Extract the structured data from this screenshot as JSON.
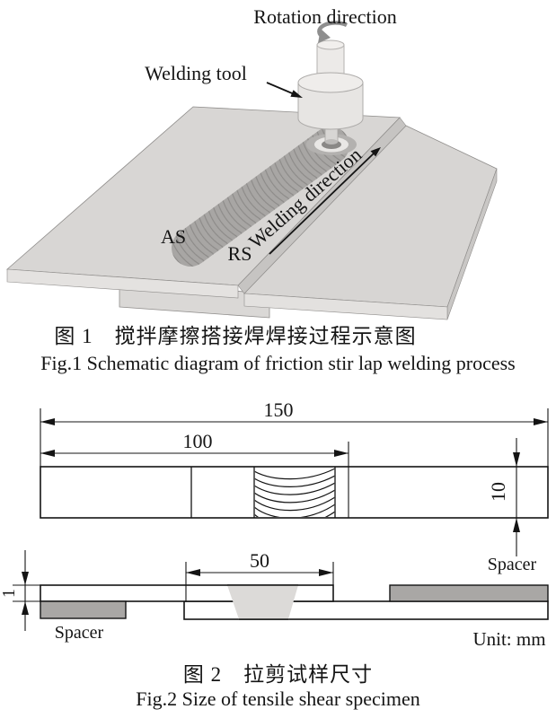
{
  "figure1": {
    "labels": {
      "rotation_direction": "Rotation direction",
      "welding_tool": "Welding tool",
      "welding_direction": "Welding direction",
      "advancing_side": "AS",
      "retreating_side": "RS"
    },
    "caption_zh": "图 1　搅拌摩擦搭接焊焊接过程示意图",
    "caption_en": "Fig.1 Schematic diagram of friction stir lap welding process"
  },
  "figure2": {
    "dimensions": {
      "total_length": "150",
      "sheet_length": "100",
      "specimen_width": "10",
      "overlap_length": "50",
      "sheet_thickness": "1"
    },
    "labels": {
      "spacer_left": "Spacer",
      "spacer_right": "Spacer",
      "unit": "Unit: mm"
    },
    "caption_zh": "图 2　拉剪试样尺寸",
    "caption_en": "Fig.2 Size of tensile shear specimen"
  },
  "colors": {
    "plate_top": "#d8d6d4",
    "plate_front": "#e4e2e0",
    "plate_step": "#c6c4c2",
    "weld_seam": "#a8a6a4",
    "tool_body": "#e9e7e5",
    "spacer_fill": "#a9a7a5",
    "nugget_fill": "#dcdad8",
    "line": "#141414"
  }
}
